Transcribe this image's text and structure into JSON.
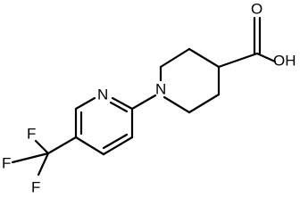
{
  "molecule": {
    "atoms": {
      "oxygen_carbonyl": "O",
      "hydroxyl": "OH",
      "nitrogen_piperidine": "N",
      "nitrogen_pyridine": "N",
      "fluorine_top": "F",
      "fluorine_left": "F",
      "fluorine_bottom": "F"
    }
  }
}
